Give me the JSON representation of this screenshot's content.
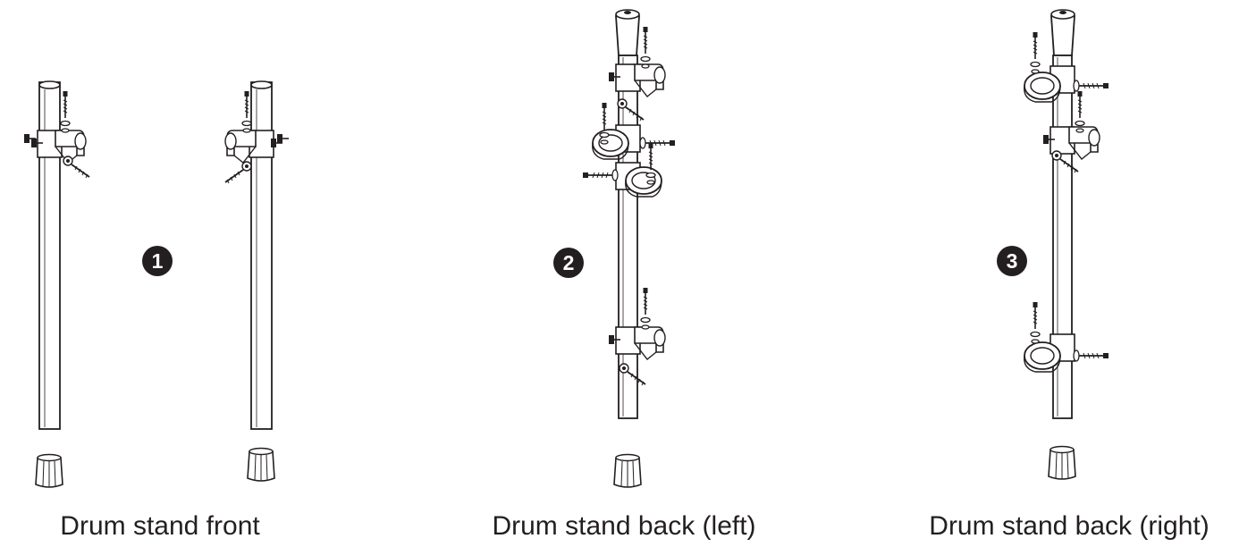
{
  "captions": {
    "front": "Drum stand front",
    "back_left": "Drum stand back (left)",
    "back_right": "Drum stand back (right)"
  },
  "steps": {
    "one": "1",
    "two": "2",
    "three": "3"
  },
  "colors": {
    "ink": "#231f20",
    "background": "#ffffff"
  }
}
